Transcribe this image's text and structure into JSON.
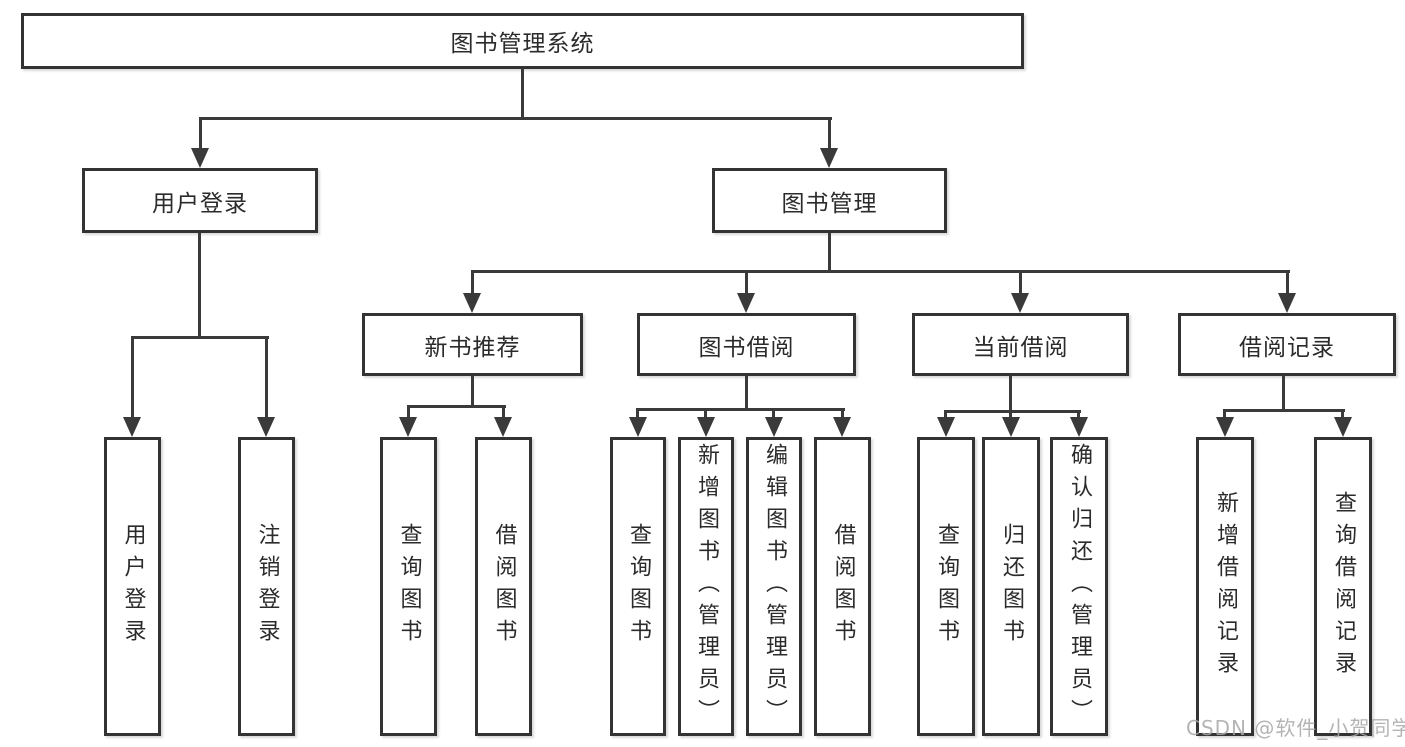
{
  "nodes": {
    "root": {
      "label": "图书管理系统"
    },
    "level2": [
      {
        "id": "user-login",
        "label": "用户登录"
      },
      {
        "id": "book-management",
        "label": "图书管理"
      }
    ],
    "level3": [
      {
        "id": "new-book-recommend",
        "label": "新书推荐"
      },
      {
        "id": "book-borrow",
        "label": "图书借阅"
      },
      {
        "id": "current-borrow",
        "label": "当前借阅"
      },
      {
        "id": "borrow-records",
        "label": "借阅记录"
      }
    ],
    "leaves": {
      "user_login": [
        {
          "label": "用户登录"
        },
        {
          "label": "注销登录"
        }
      ],
      "new_book_recommend": [
        {
          "label": "查询图书"
        },
        {
          "label": "借阅图书"
        }
      ],
      "book_borrow": [
        {
          "label": "查询图书"
        },
        {
          "label": "新增图书（管理员）"
        },
        {
          "label": "编辑图书（管理员）"
        },
        {
          "label": "借阅图书"
        }
      ],
      "current_borrow": [
        {
          "label": "查询图书"
        },
        {
          "label": "归还图书"
        },
        {
          "label": "确认归还（管理员）"
        }
      ],
      "borrow_records": [
        {
          "label": "新增借阅记录"
        },
        {
          "label": "查询借阅记录"
        }
      ]
    }
  },
  "watermark": {
    "text": "CSDN @软件_小贺同学",
    "color": "#a8a8a8"
  },
  "colors": {
    "line": "#3a3a3a",
    "box_border": "#333333",
    "text": "#2b2b2b",
    "background": "#ffffff"
  }
}
